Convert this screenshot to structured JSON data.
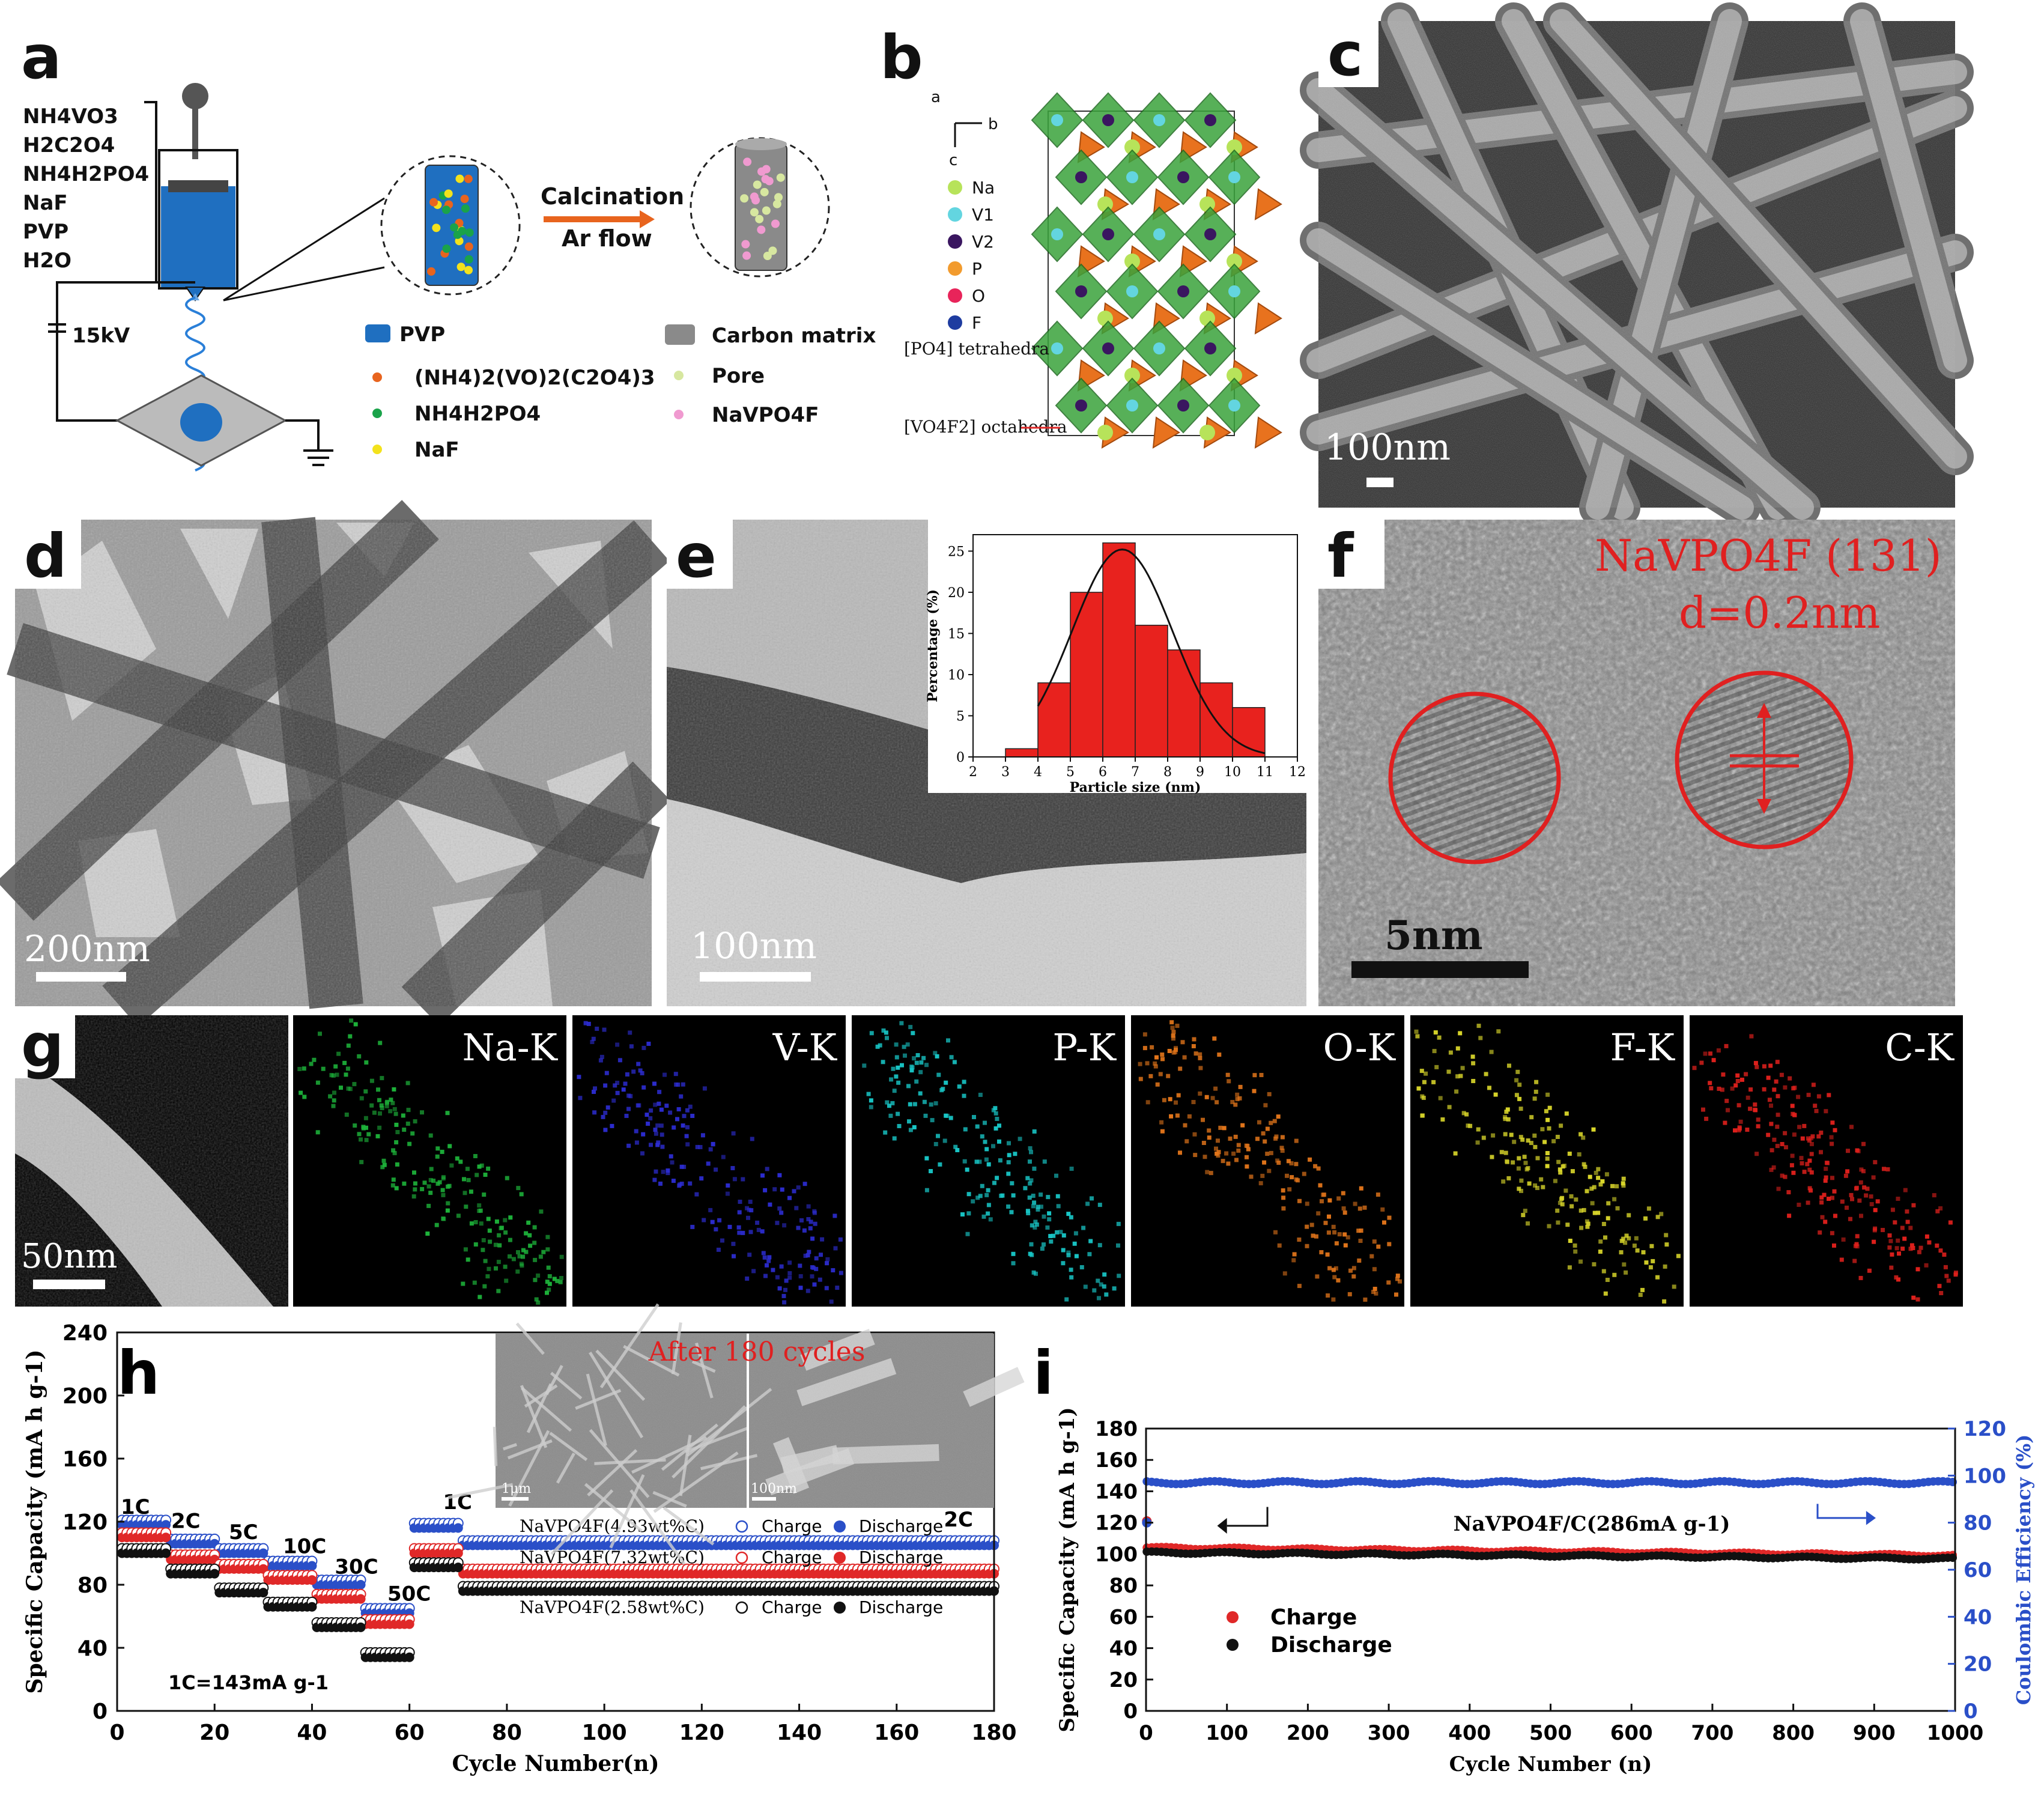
{
  "panels": {
    "a": {
      "letter": "a",
      "reagents": [
        "NH4VO3",
        "H2C2O4",
        "NH4H2PO4",
        "NaF",
        "PVP",
        "H2O"
      ],
      "voltage": "15kV",
      "arrow_top": "Calcination",
      "arrow_bottom": "Ar flow",
      "legend_left": [
        "PVP",
        "(NH4)2(VO)2(C2O4)3",
        "NH4H2PO4",
        "NaF"
      ],
      "legend_right": [
        "Carbon  matrix",
        "Pore",
        "NaVPO4F"
      ],
      "colors": {
        "pvp": "#1f6fc0",
        "oxalate": "#e8641e",
        "phosphate": "#1aa34a",
        "naf": "#f3e21c",
        "carbon": "#8a8a8a",
        "pore": "#d7e7a0",
        "navpo4f": "#f09ad0"
      }
    },
    "b": {
      "letter": "b",
      "axes": [
        "a",
        "b",
        "c"
      ],
      "legend": [
        "Na",
        "V1",
        "V2",
        "P",
        "O",
        "F"
      ],
      "legend_colors": [
        "#b7e35a",
        "#63d5e0",
        "#3a1660",
        "#f29b2e",
        "#e8245a",
        "#1e3ca0"
      ],
      "label_tetra": "[PO4] tetrahedra",
      "label_octa": "[VO4F2] octahedra"
    },
    "c": {
      "letter": "c",
      "scale": "100nm"
    },
    "d": {
      "letter": "d",
      "scale": "200nm"
    },
    "e": {
      "letter": "e",
      "scale": "100nm"
    },
    "f": {
      "letter": "f",
      "scale": "5nm",
      "title": "NaVPO4F (131)",
      "spacing": "d=0.2nm"
    },
    "g": {
      "letter": "g",
      "scale": "50nm",
      "maps": [
        {
          "label": "Na-K",
          "color": "#1db33a"
        },
        {
          "label": "V-K",
          "color": "#2c2cd0"
        },
        {
          "label": "P-K",
          "color": "#18c6c6"
        },
        {
          "label": "O-K",
          "color": "#e2751a"
        },
        {
          "label": "F-K",
          "color": "#d9d62a"
        },
        {
          "label": "C-K",
          "color": "#e0201c"
        }
      ]
    },
    "h": {
      "letter": "h",
      "inset_title": "After 180 cycles",
      "inset_scales": [
        "1μm",
        "100nm"
      ],
      "note": "1C=143mA g-1",
      "rate_labels": [
        "1C",
        "2C",
        "5C",
        "10C",
        "30C",
        "50C",
        "1C",
        "2C"
      ]
    },
    "i": {
      "letter": "i",
      "annotation": "NaVPO4F/C(286mA g-1)"
    }
  },
  "chart_data": [
    {
      "type": "bar",
      "panel": "e-inset",
      "categories": [
        3.5,
        4.5,
        5.5,
        6.5,
        7.5,
        8.5,
        9.5,
        10.5
      ],
      "values": [
        1,
        9,
        20,
        26,
        16,
        13,
        9,
        6
      ],
      "fit_curve": "gaussian",
      "xlabel": "Particle size (nm)",
      "ylabel": "Percentage (%)",
      "xlim": [
        2,
        12
      ],
      "ylim": [
        0,
        27
      ],
      "xticks": [
        2,
        3,
        4,
        5,
        6,
        7,
        8,
        9,
        10,
        11,
        12
      ],
      "yticks": [
        0,
        5,
        10,
        15,
        20,
        25
      ],
      "bar_color": "#e8221e"
    },
    {
      "type": "scatter",
      "panel": "h",
      "xlabel": "Cycle Number(n)",
      "ylabel": "Specific Capacity (mA h g-1)",
      "xlim": [
        0,
        180
      ],
      "ylim": [
        0,
        240
      ],
      "xticks": [
        0,
        20,
        40,
        60,
        80,
        100,
        120,
        140,
        160,
        180
      ],
      "yticks": [
        0,
        40,
        80,
        120,
        160,
        200,
        240
      ],
      "segments": [
        {
          "rate": "1C",
          "x": [
            1,
            10
          ]
        },
        {
          "rate": "2C",
          "x": [
            11,
            20
          ]
        },
        {
          "rate": "5C",
          "x": [
            21,
            30
          ]
        },
        {
          "rate": "10C",
          "x": [
            31,
            40
          ]
        },
        {
          "rate": "30C",
          "x": [
            41,
            50
          ]
        },
        {
          "rate": "50C",
          "x": [
            51,
            60
          ]
        },
        {
          "rate": "1C",
          "x": [
            61,
            70
          ]
        },
        {
          "rate": "2C",
          "x": [
            71,
            180
          ]
        }
      ],
      "series": [
        {
          "name": "NaVPO4F(4.93wt%C)",
          "charge_label": "Charge",
          "discharge_label": "Discharge",
          "color": "#2a4fc8",
          "levels": [
            118,
            106,
            100,
            92,
            80,
            62,
            116,
            105
          ]
        },
        {
          "name": "NaVPO4F(7.32wt%C)",
          "charge_label": "Charge",
          "discharge_label": "Discharge",
          "color": "#e02828",
          "levels": [
            110,
            96,
            90,
            83,
            71,
            55,
            100,
            87
          ]
        },
        {
          "name": "NaVPO4F(2.58wt%C)",
          "charge_label": "Charge",
          "discharge_label": "Discharge",
          "color": "#111111",
          "levels": [
            100,
            87,
            75,
            66,
            53,
            34,
            91,
            76
          ]
        }
      ]
    },
    {
      "type": "scatter",
      "panel": "i",
      "xlabel": "Cycle Number (n)",
      "ylabel": "Specific Capacity (mA h g-1)",
      "y2label": "Coulombic Efficiency (%)",
      "xlim": [
        0,
        1000
      ],
      "ylim": [
        0,
        180
      ],
      "y2lim": [
        0,
        120
      ],
      "xticks": [
        0,
        100,
        200,
        300,
        400,
        500,
        600,
        700,
        800,
        900,
        1000
      ],
      "yticks": [
        0,
        20,
        40,
        60,
        80,
        100,
        120,
        140,
        160,
        180
      ],
      "y2ticks": [
        0,
        20,
        40,
        60,
        80,
        100,
        120
      ],
      "series": [
        {
          "name": "Charge",
          "color": "#e02828",
          "start": 104,
          "end": 99
        },
        {
          "name": "Discharge",
          "color": "#111111",
          "start": 101,
          "end": 97
        },
        {
          "name": "Coulombic Efficiency",
          "color": "#2a4fc8",
          "start": 97,
          "end": 97,
          "axis": "right"
        }
      ]
    }
  ]
}
